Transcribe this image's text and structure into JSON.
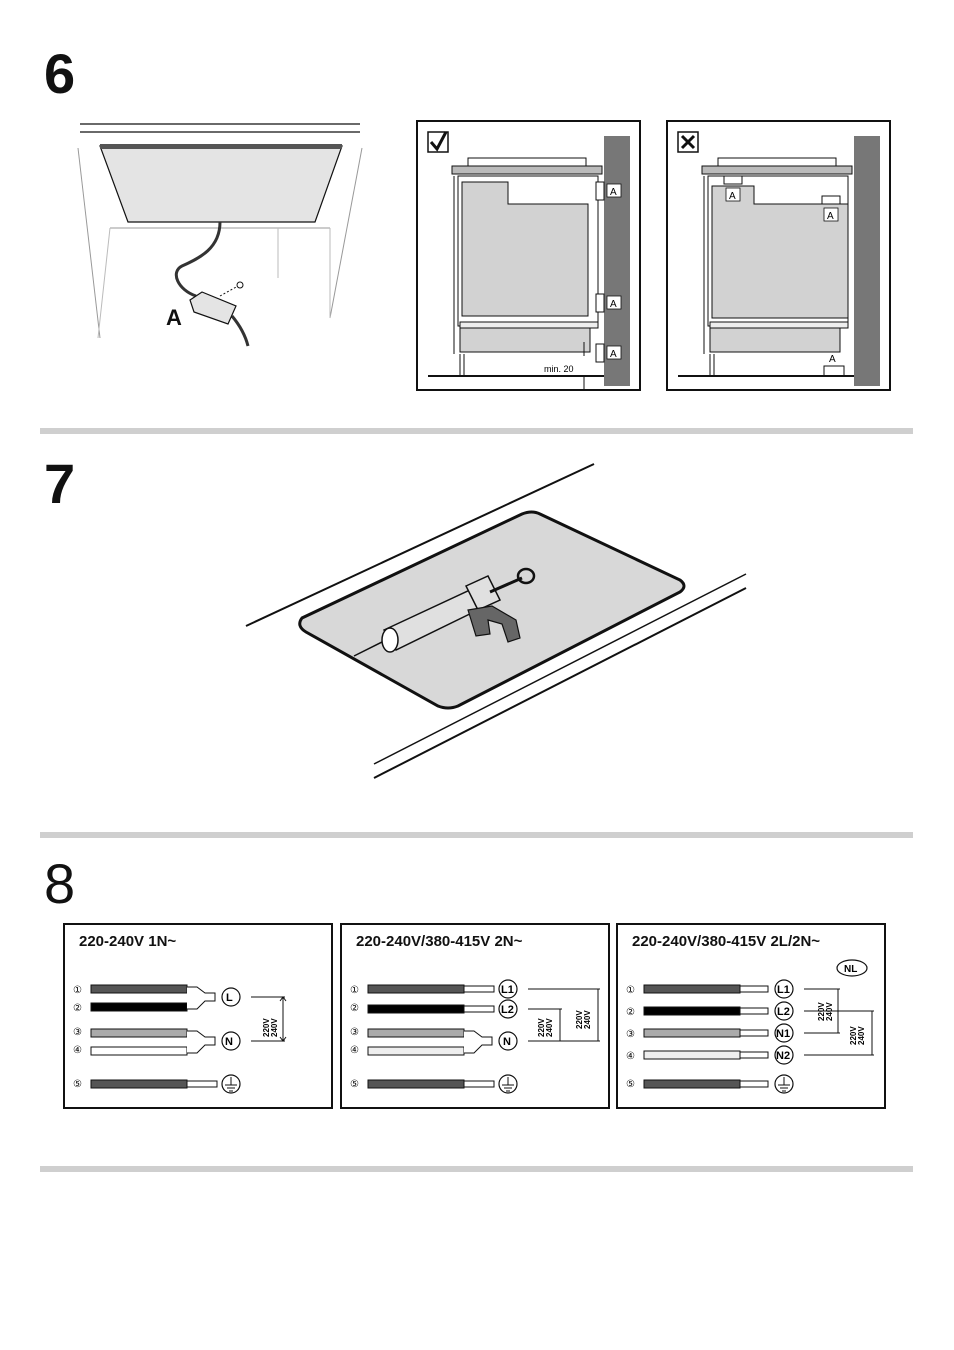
{
  "step6": {
    "number": "6",
    "callout_a": "A",
    "ok_panel": {
      "marker": "check",
      "labels": [
        "A",
        "A",
        "A"
      ],
      "dimension": "min. 20"
    },
    "bad_panel": {
      "marker": "cross",
      "labels": [
        "A",
        "A",
        "A"
      ]
    }
  },
  "step7": {
    "number": "7"
  },
  "step8": {
    "number": "8",
    "panels": [
      {
        "title": "220-240V 1N~",
        "terminals": [
          "L",
          "N"
        ],
        "voltage_a": "220V\n240V"
      },
      {
        "title": "220-240V/380-415V 2N~",
        "terminals": [
          "L1",
          "L2",
          "N"
        ],
        "voltage_a": "220V\n240V",
        "voltage_b": "220V\n240V"
      },
      {
        "title": "220-240V/380-415V 2L/2N~",
        "badge": "NL",
        "terminals": [
          "L1",
          "L2",
          "N1",
          "N2"
        ],
        "voltage_a": "220V\n240V",
        "voltage_b": "220V\n240V"
      }
    ],
    "wire_numbers": [
      "①",
      "②",
      "③",
      "④",
      "⑤"
    ]
  },
  "colors": {
    "divider": "#cfcfcf",
    "wall": "#777777",
    "fill": "#d2d2d2"
  }
}
